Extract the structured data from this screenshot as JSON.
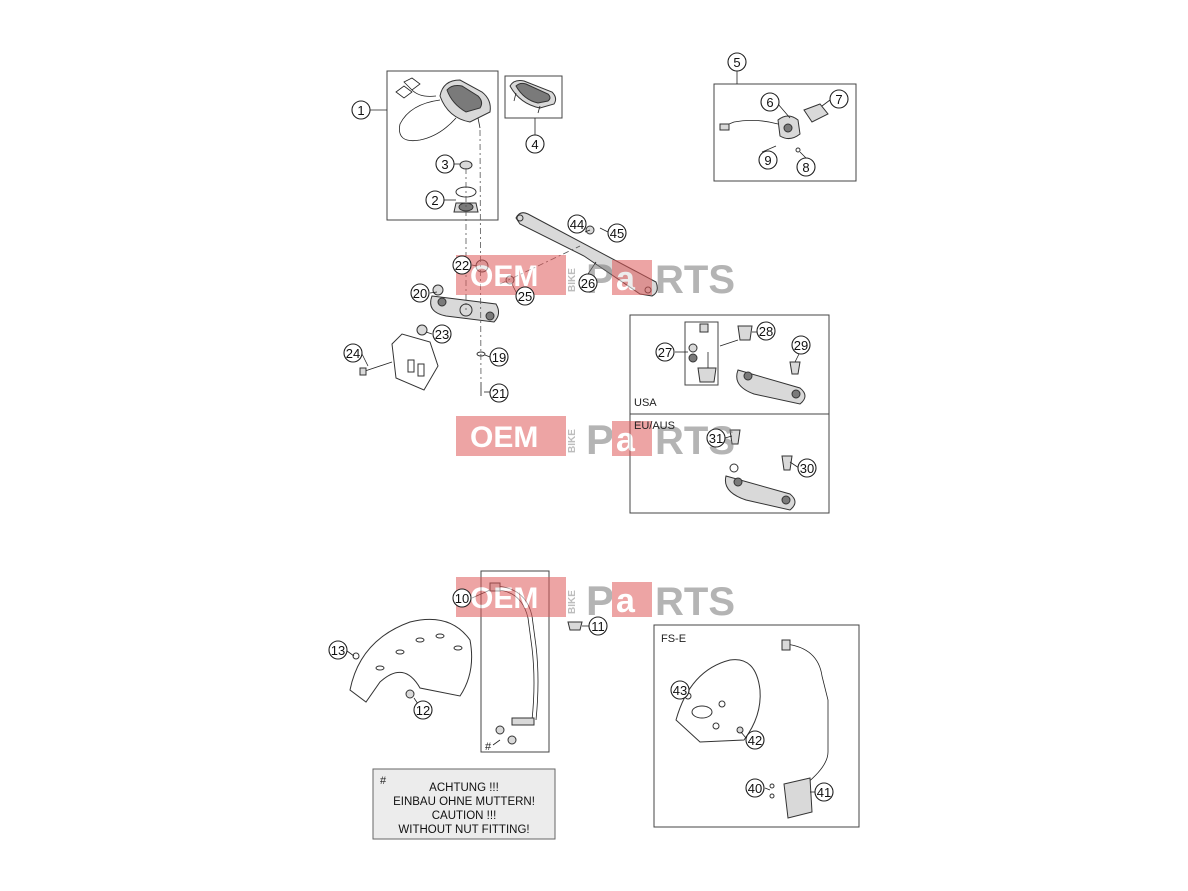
{
  "diagram": {
    "region_labels": {
      "usa": "USA",
      "eu_aus": "EU/AUS",
      "fs_e": "FS-E"
    },
    "hash_symbol": "#",
    "note": {
      "symbol": "#",
      "line1": "ACHTUNG !!!",
      "line2": "EINBAU OHNE MUTTERN!",
      "line3": "CAUTION !!!",
      "line4": "WITHOUT NUT FITTING!"
    },
    "callouts": [
      "1",
      "2",
      "3",
      "4",
      "5",
      "6",
      "7",
      "8",
      "9",
      "10",
      "11",
      "12",
      "13",
      "19",
      "20",
      "21",
      "22",
      "23",
      "24",
      "25",
      "26",
      "27",
      "28",
      "29",
      "30",
      "31",
      "40",
      "41",
      "42",
      "43",
      "44",
      "45"
    ]
  },
  "watermark": {
    "oem": "OEM",
    "bike": "BIKE",
    "parts_p": "P",
    "parts_a": "a",
    "parts_rest": "RTS",
    "brand_color": "#e05a5a"
  }
}
